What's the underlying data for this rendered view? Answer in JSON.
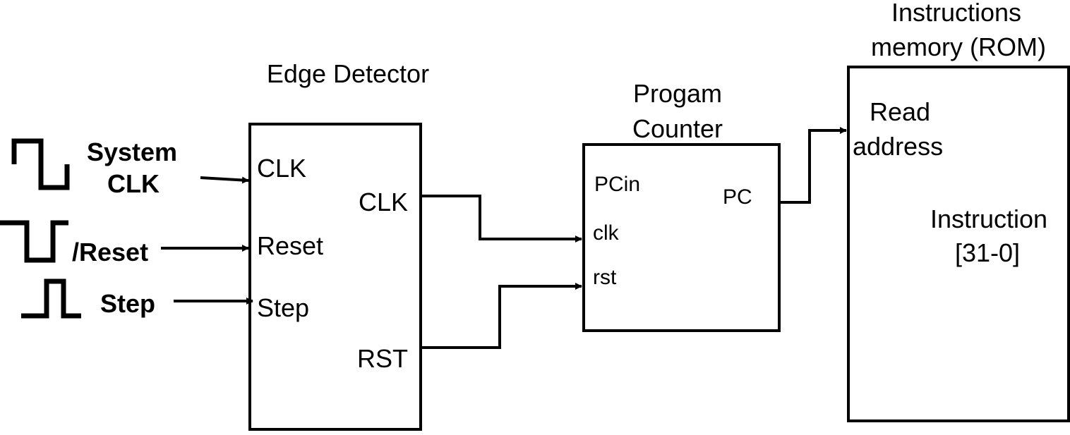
{
  "inputs": {
    "system_clk": {
      "line1": "System",
      "line2": "CLK"
    },
    "reset": "/Reset",
    "step": "Step"
  },
  "edge_detector": {
    "title": "Edge Detector",
    "in_clk": "CLK",
    "in_reset": "Reset",
    "in_step": "Step",
    "out_clk": "CLK",
    "out_rst": "RST"
  },
  "program_counter": {
    "title_line1": "Progam",
    "title_line2": "Counter",
    "pcin": "PCin",
    "clk": "clk",
    "rst": "rst",
    "pc": "PC"
  },
  "rom": {
    "title_line1": "Instructions",
    "title_line2": "memory (ROM)",
    "read_line1": "Read",
    "read_line2": "address",
    "instr_line1": "Instruction",
    "instr_line2": "[31-0]"
  }
}
